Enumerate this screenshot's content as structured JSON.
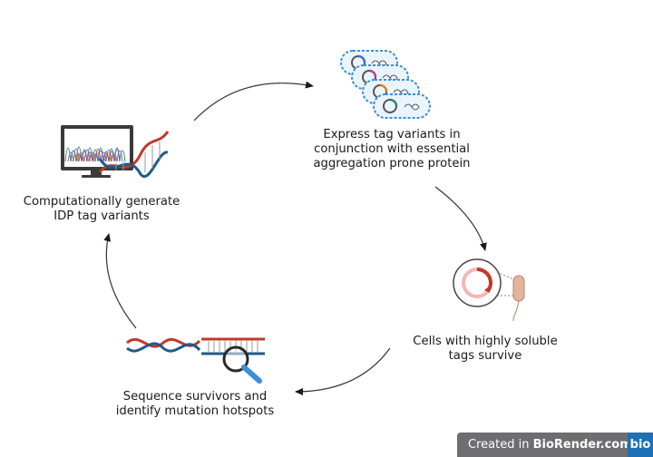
{
  "steps": {
    "generate": {
      "lines": [
        "Computationally generate",
        "IDP tag variants"
      ]
    },
    "express": {
      "lines": [
        "Express tag variants in",
        "conjunction with essential",
        "aggregation prone protein"
      ]
    },
    "survive": {
      "lines": [
        "Cells with highly soluble",
        "tags survive"
      ]
    },
    "sequence": {
      "lines": [
        "Sequence survivors and",
        "identify mutation hotspots"
      ]
    }
  },
  "watermark": {
    "prefix": "Created in ",
    "brand": "BioRender.com",
    "logo": "bio"
  },
  "colors": {
    "dna_red": "#c0392b",
    "dna_blue": "#1f5a8a",
    "plasmid_blue": "#3b8fd9",
    "monitor_frame": "#3a3a3a",
    "badge_bg": "#6e6e70",
    "logo_bg": "#1f6fb5"
  },
  "icons": [
    "monitor-chromatogram-icon",
    "dna-helix-icon",
    "bacteria-plasmid-cards-icon",
    "cell-plasmid-icon",
    "magnifier-icon"
  ]
}
